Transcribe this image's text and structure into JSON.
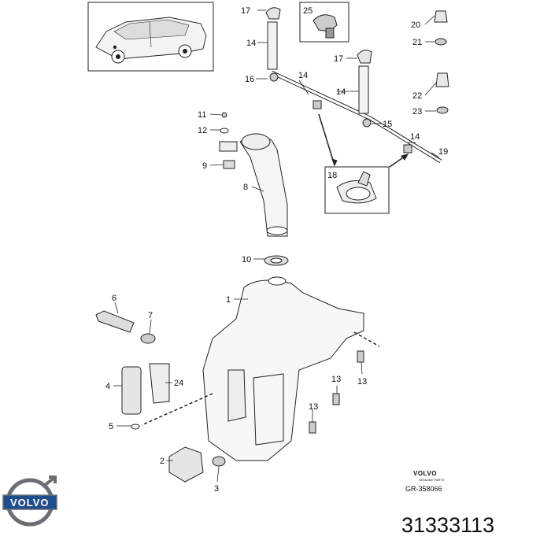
{
  "callouts": {
    "c1": "1",
    "c2": "2",
    "c3": "3",
    "c4": "4",
    "c5": "5",
    "c6": "6",
    "c7": "7",
    "c8": "8",
    "c9": "9",
    "c10": "10",
    "c11": "11",
    "c12": "12",
    "c13a": "13",
    "c13b": "13",
    "c14a": "14",
    "c14b": "14",
    "c14c": "14",
    "c14d": "14",
    "c15": "15",
    "c16": "16",
    "c17a": "17",
    "c17b": "17",
    "c18": "18",
    "c19": "19",
    "c20": "20",
    "c21": "21",
    "c22": "22",
    "c23": "23",
    "c24": "24",
    "c25": "25"
  },
  "brand_mark": {
    "name": "VOLVO",
    "subtitle": "GENUINE PARTS",
    "diagram_code": "GR-358066"
  },
  "logo": {
    "text": "VOLVO"
  },
  "part_number": "31333113",
  "colors": {
    "line": "#1a1a1a",
    "logo_blue": "#1f4e8c",
    "logo_ring": "#6b6f75"
  }
}
